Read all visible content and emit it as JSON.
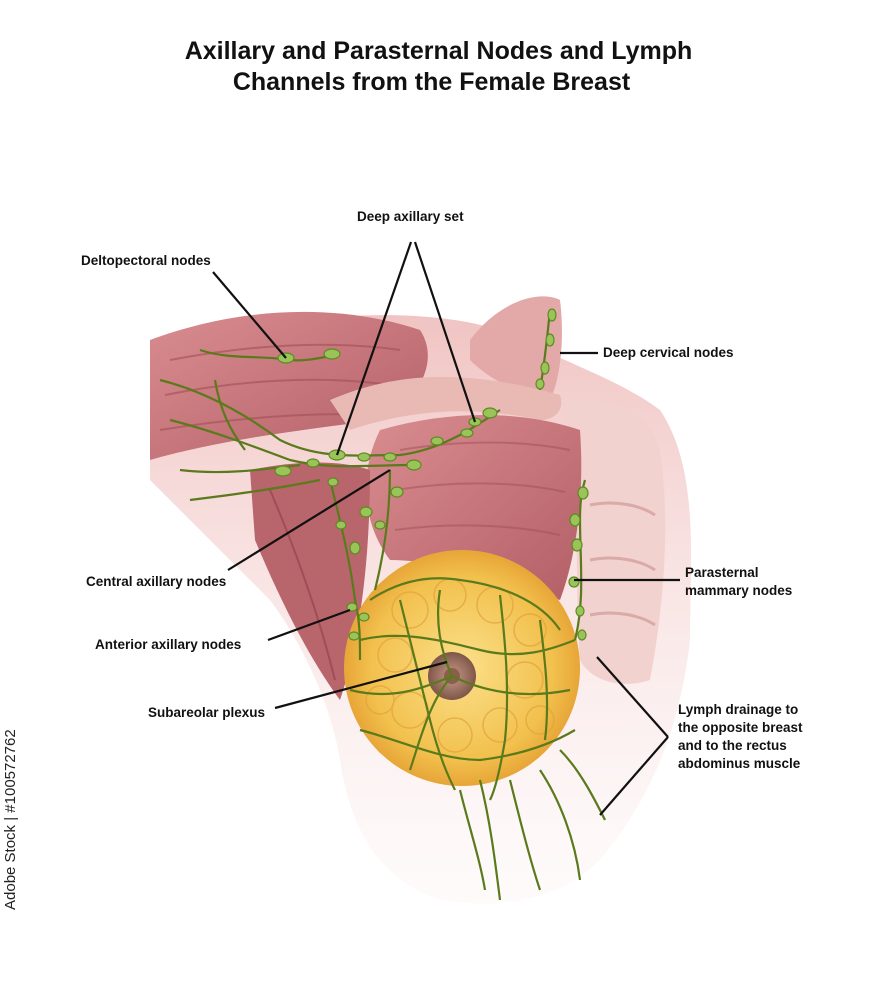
{
  "title": {
    "line1": "Axillary and Parasternal Nodes and Lymph",
    "line2": "Channels from  the Female Breast"
  },
  "labels": {
    "deep_axillary_set": "Deep axillary set",
    "deltopectoral_nodes": "Deltopectoral nodes",
    "deep_cervical_nodes": "Deep cervical nodes",
    "central_axillary_nodes": "Central axillary nodes",
    "parasternal_line1": "Parasternal",
    "parasternal_line2": "mammary nodes",
    "anterior_axillary_nodes": "Anterior axillary nodes",
    "subareolar_plexus": "Subareolar plexus",
    "drainage_line1": "Lymph drainage to",
    "drainage_line2": "the opposite breast",
    "drainage_line3": "and to the rectus",
    "drainage_line4": "abdominus muscle"
  },
  "credit": "Adobe Stock | #100572762",
  "colors": {
    "muscle": "#c4747a",
    "muscle_dark": "#9c4a52",
    "muscle_light": "#e7b3b3",
    "skin": "#f3d3d1",
    "breast_fat": "#f2c14e",
    "lymph": "#5a7a1c",
    "node": "#9ac45a",
    "leader": "#111111"
  }
}
